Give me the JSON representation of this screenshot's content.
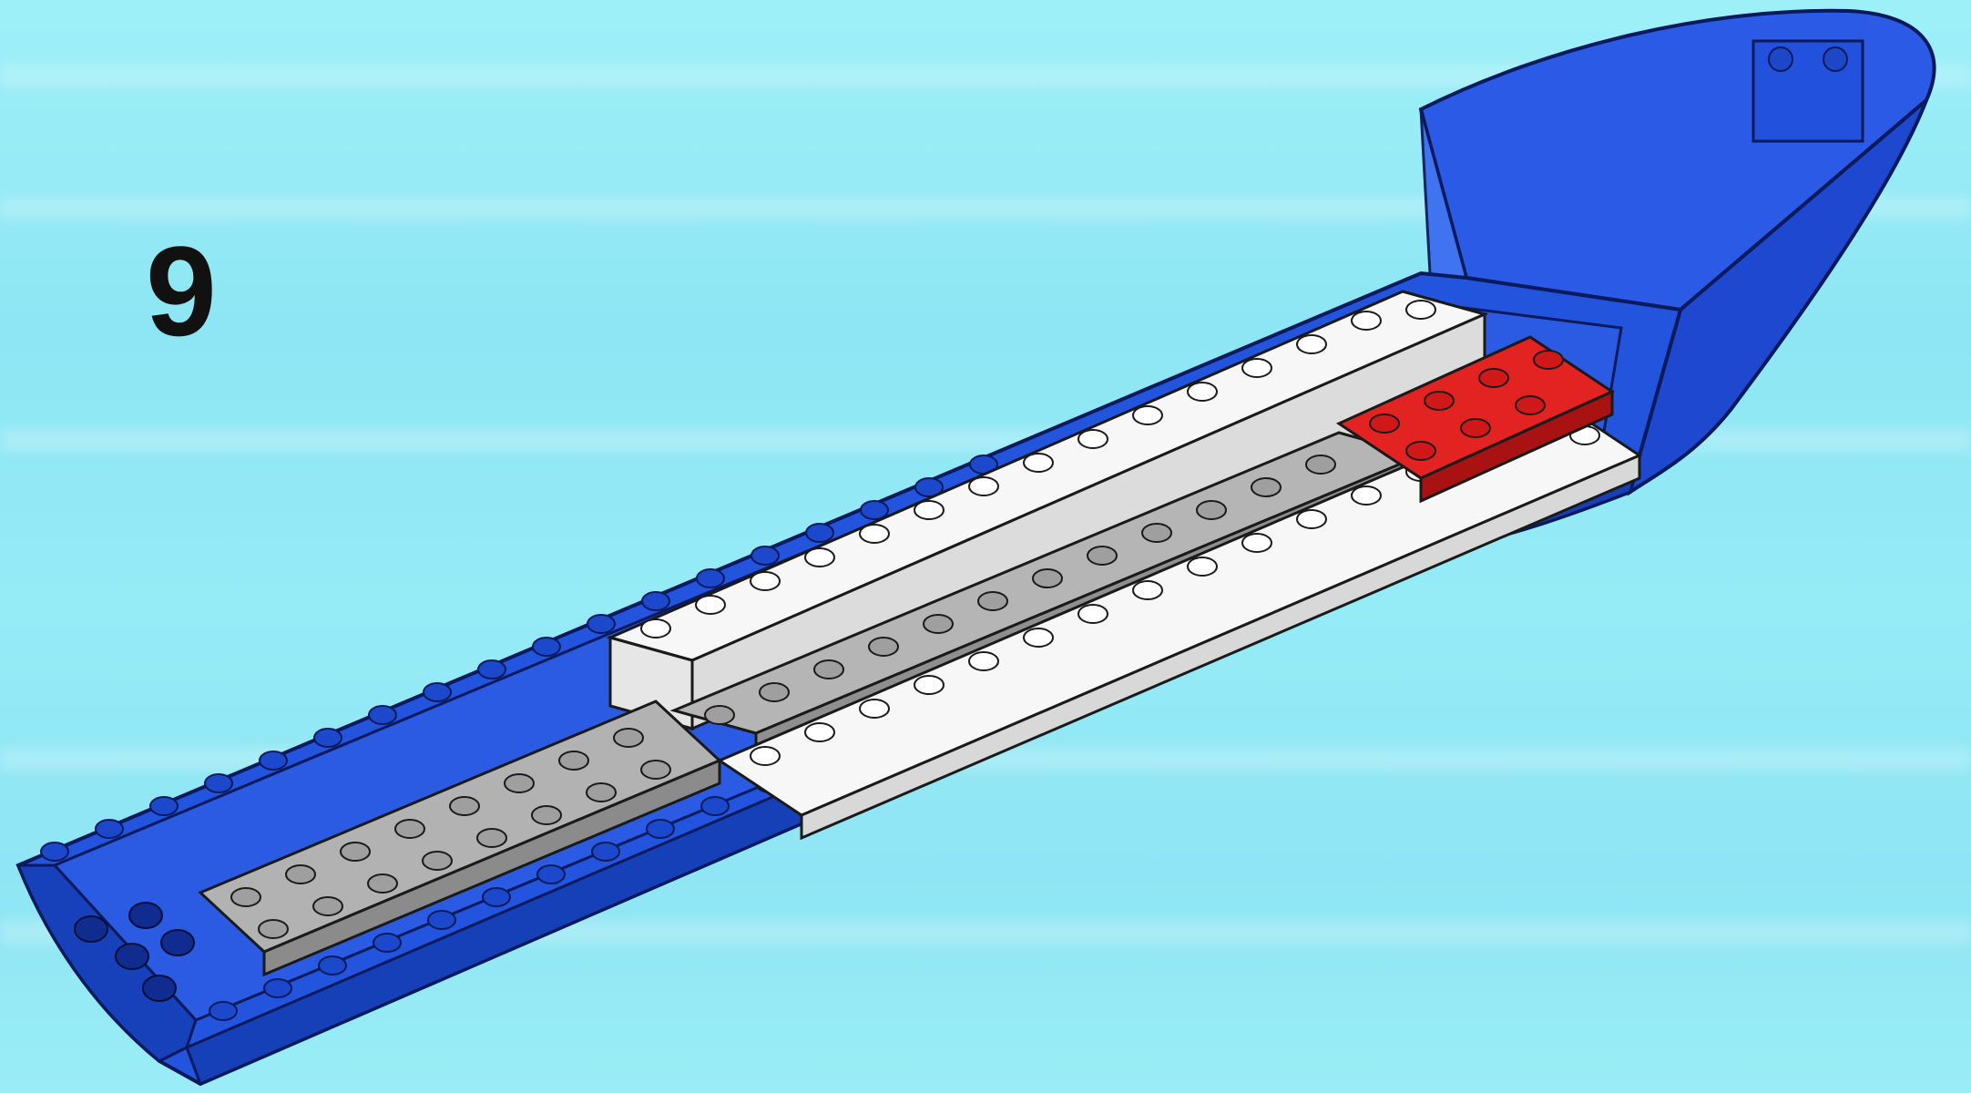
{
  "step": {
    "number": "9"
  },
  "model": {
    "subject": "lego-ship-hull",
    "colors": {
      "background": "#8fe6f2",
      "hull": "#1f4fd8",
      "hull_dark": "#102c8f",
      "white_plate": "#f4f4f4",
      "grey_plate": "#a9aaa9",
      "red_plate": "#e01b1b"
    },
    "bricks": [
      {
        "name": "white-long-plate",
        "color": "white"
      },
      {
        "name": "grey-long-plate",
        "color": "grey"
      },
      {
        "name": "white-short-plate",
        "color": "white"
      },
      {
        "name": "grey-rear-plate",
        "color": "grey"
      },
      {
        "name": "red-bow-plate",
        "color": "red"
      }
    ]
  }
}
